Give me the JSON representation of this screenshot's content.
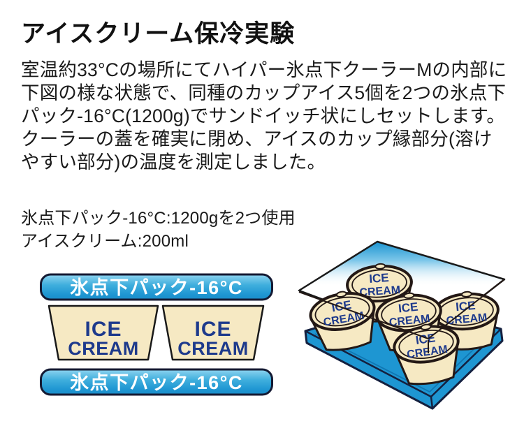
{
  "title": "アイスクリーム保冷実験",
  "description": {
    "lines": [
      "室温約33°Cの場所にてハイパー氷点下クーラーMの内部に",
      "下図の様な状態で、同種のカップアイス5個を2つの氷点下",
      "パック-16°C(1200g)でサンドイッチ状にしセットします。",
      "クーラーの蓋を確実に閉め、アイスのカップ縁部分(溶け",
      "やすい部分)の温度を測定しました。"
    ]
  },
  "specs": {
    "pack_spec": "氷点下パック-16°C:1200gを2つ使用",
    "icecream_spec": "アイスクリーム:200ml"
  },
  "diagram": {
    "top_pack_label": "氷点下パック-16°C",
    "bottom_pack_label": "氷点下パック-16°C",
    "cups": [
      {
        "line1": "ICE",
        "line2": "CREAM"
      },
      {
        "line1": "ICE",
        "line2": "CREAM"
      }
    ]
  },
  "illustration": {
    "cups": [
      {
        "line1": "ICE",
        "line2": "CREAM"
      },
      {
        "line1": "ICE",
        "line2": "CREAM"
      },
      {
        "line1": "ICE",
        "line2": "CREAM"
      },
      {
        "line1": "ICE",
        "line2": "CREAM"
      },
      {
        "line1": "ICE",
        "line2": "CREAM"
      }
    ]
  },
  "colors": {
    "pack_blue": "#1E96D2",
    "pack_blue_light": "#8FD4F0",
    "pack_border": "#141A33",
    "cup_fill": "#F6E9C3",
    "cup_outline": "#231815",
    "label_navy": "#1E3A8C",
    "label_white": "#FFFFFF",
    "text_black": "#1A1A1A"
  }
}
